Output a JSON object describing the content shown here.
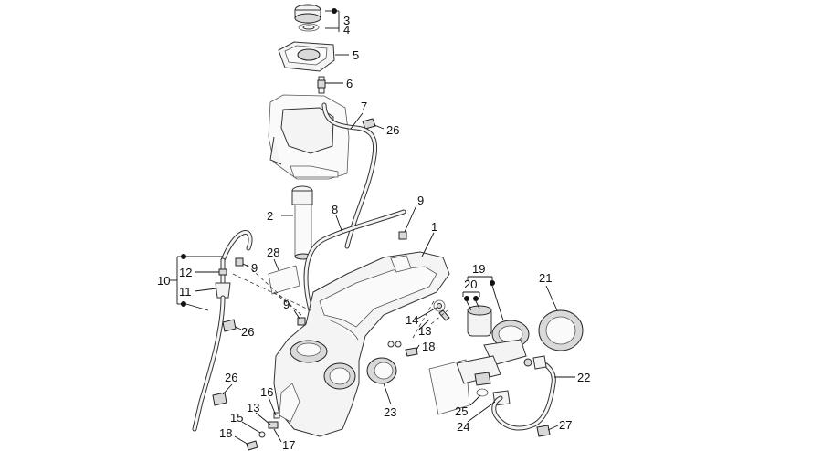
{
  "labels": {
    "l1": "1",
    "l2": "2",
    "l3": "3",
    "l4": "4",
    "l5": "5",
    "l6": "6",
    "l7": "7",
    "l8": "8",
    "l9a": "9",
    "l9b": "9",
    "l9c": "9",
    "l10": "10",
    "l11": "11",
    "l12": "12",
    "l13a": "13",
    "l13b": "13",
    "l14": "14",
    "l15": "15",
    "l16": "16",
    "l17": "17",
    "l18a": "18",
    "l18b": "18",
    "l19": "19",
    "l20": "20",
    "l21": "21",
    "l22": "22",
    "l23": "23",
    "l24": "24",
    "l25": "25",
    "l26a": "26",
    "l26b": "26",
    "l26c": "26",
    "l27": "27",
    "l28": "28"
  }
}
